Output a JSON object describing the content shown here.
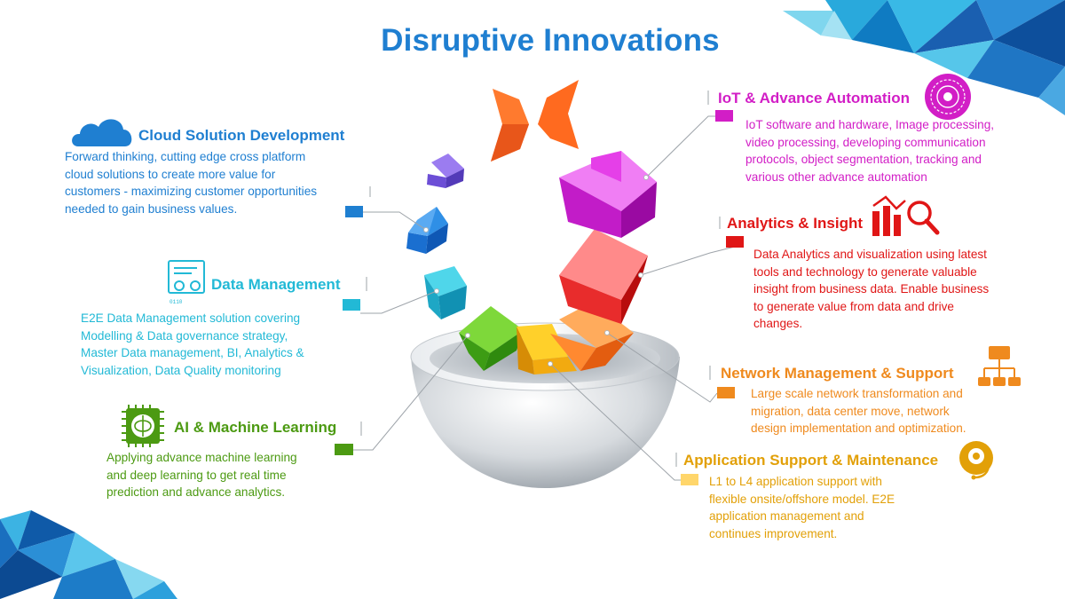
{
  "title": "Disruptive Innovations",
  "colors": {
    "title": "#1f7fd1",
    "cloud": "#1f7fd1",
    "data": "#22b9d6",
    "ai": "#4c9a12",
    "iot": "#d21ec6",
    "analytics": "#e01616",
    "network": "#ef8a1e",
    "application": "#e2a008"
  },
  "segments": {
    "cloud": {
      "icon": "cloud-icon",
      "heading": "Cloud Solution Development",
      "lines": [
        "Forward thinking, cutting edge cross platform",
        "cloud solutions to create more value for",
        "customers - maximizing customer opportunities",
        "needed to gain business values."
      ]
    },
    "data": {
      "icon": "data-management-icon",
      "heading": "Data Management",
      "lines": [
        "E2E Data Management solution covering",
        "Modelling & Data governance strategy,",
        "Master Data management, BI, Analytics &",
        "Visualization, Data Quality monitoring"
      ]
    },
    "ai": {
      "icon": "brain-chip-icon",
      "heading": "AI & Machine Learning",
      "lines": [
        "Applying advance machine learning",
        "and deep learning to get real time",
        "prediction and advance analytics."
      ]
    },
    "iot": {
      "icon": "iot-signal-icon",
      "heading": "IoT & Advance Automation",
      "lines": [
        "IoT software and hardware, Image processing,",
        "video processing, developing communication",
        "protocols, object segmentation, tracking and",
        "various other advance automation"
      ]
    },
    "analytics": {
      "icon": "analytics-magnifier-icon",
      "heading": "Analytics & Insight",
      "lines": [
        "Data Analytics and visualization using latest",
        "tools and technology to generate valuable",
        "insight from business data. Enable business",
        "to generate value from data and drive",
        "changes."
      ]
    },
    "network": {
      "icon": "network-hierarchy-icon",
      "heading": "Network Management & Support",
      "lines": [
        "Large scale network transformation and",
        "migration, data center move, network",
        "design implementation and optimization."
      ]
    },
    "application": {
      "icon": "support-headset-icon",
      "heading": "Application Support & Maintenance",
      "lines": [
        "L1 to L4 application support with",
        "flexible onsite/offshore model. E2E",
        "application management and",
        "continues improvement."
      ]
    }
  }
}
